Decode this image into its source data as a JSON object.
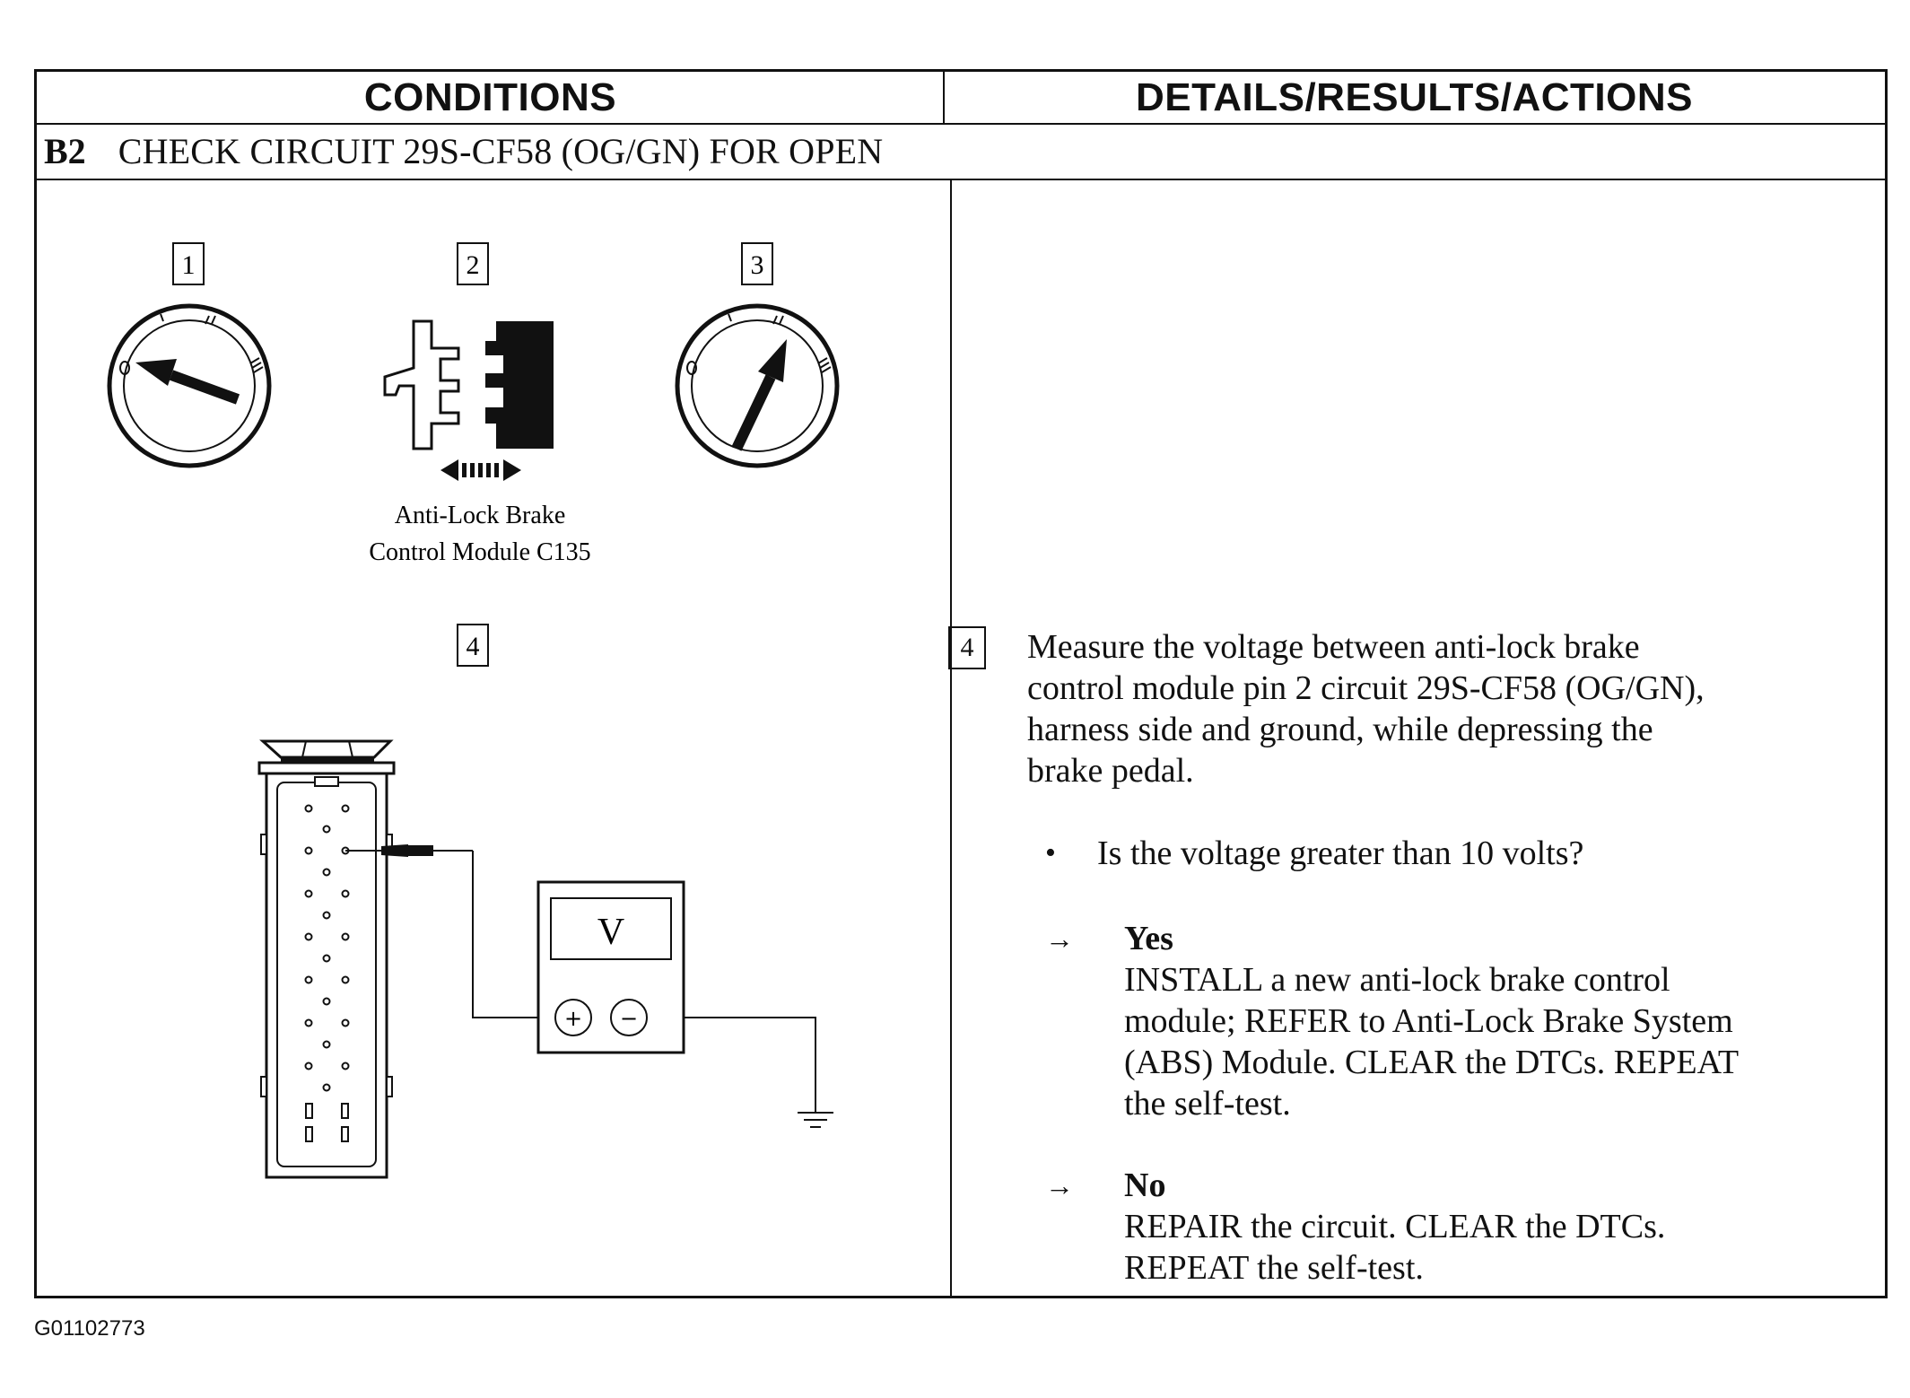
{
  "header": {
    "conditions": "CONDITIONS",
    "details": "DETAILS/RESULTS/ACTIONS"
  },
  "step": {
    "id": "B2",
    "title": "CHECK CIRCUIT 29S-CF58 (OG/GN) FOR OPEN"
  },
  "diagram": {
    "step1_label": "1",
    "step2_label": "2",
    "step3_label": "3",
    "step4_label": "4",
    "ignition_marks": [
      "0",
      "I",
      "II",
      "III"
    ],
    "connector_caption_line1": "Anti-Lock Brake",
    "connector_caption_line2": "Control Module C135",
    "meter_unit": "V",
    "meter_plus": "+",
    "meter_minus": "−"
  },
  "details": {
    "step_label": "4",
    "instruction": "Measure the voltage between anti-lock brake\ncontrol module pin 2 circuit 29S-CF58 (OG/GN),\nharness side and ground, while depressing the\nbrake pedal.",
    "bullet": "•",
    "question": "Is the voltage greater than 10 volts?",
    "arrow": "→",
    "yes_label": "Yes",
    "yes_text": "INSTALL a new anti-lock brake control\nmodule; REFER to Anti-Lock Brake System\n(ABS) Module. CLEAR the DTCs. REPEAT\nthe self-test.",
    "no_label": "No",
    "no_text": "REPAIR the circuit. CLEAR the DTCs.\nREPEAT the self-test."
  },
  "figure_id": "G01102773"
}
